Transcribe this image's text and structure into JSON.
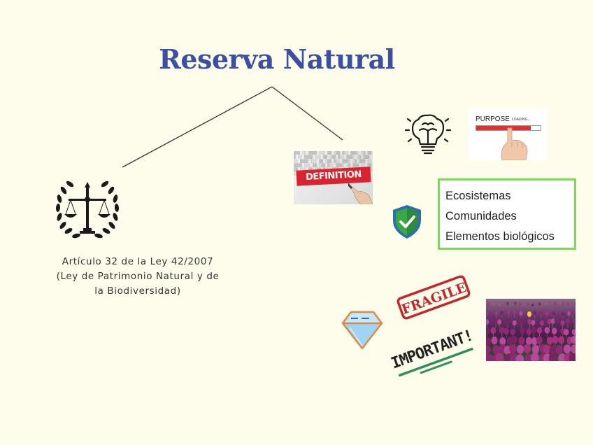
{
  "title": "Reserva Natural",
  "law": {
    "lines": [
      "Artículo 32 de la Ley 42/2007",
      "(Ley de Patrimonio Natural y de",
      "la Biodiversidad)"
    ]
  },
  "definition_image": {
    "banner": "DEFINITION"
  },
  "purpose_image": {
    "title": "PURPOSE",
    "loading": "LOADING...",
    "progress": 0.85
  },
  "elements": {
    "items": [
      "Ecosistemas",
      "Comunidades",
      "Elementos biológicos"
    ]
  },
  "stamps": {
    "fragile": "FRAGILE",
    "important": "IMPORTANT!"
  },
  "colors": {
    "title": "#3b4fa3",
    "background": "#fefdec",
    "box_border": "#7dd95a",
    "shield": "#2e8b3c",
    "fragile": "#c0282d",
    "important_underline": "#2e8f5a"
  },
  "icons": [
    "scales-of-justice-icon",
    "lightbulb-brain-icon",
    "shield-check-icon",
    "diamond-icon"
  ]
}
